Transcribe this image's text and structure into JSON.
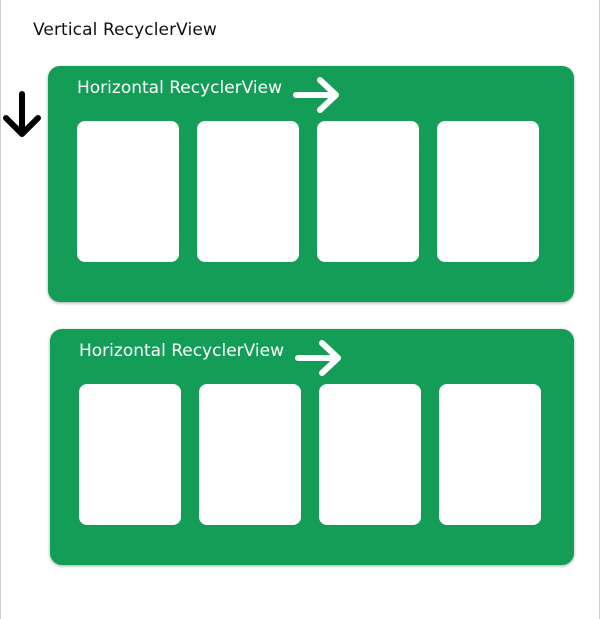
{
  "diagram": {
    "vertical_label": "Vertical RecyclerView",
    "accent_color": "#139d57",
    "horizontal_lists": [
      {
        "label": "Horizontal RecyclerView",
        "card_count": 4
      },
      {
        "label": "Horizontal RecyclerView",
        "card_count": 4
      }
    ],
    "icons": {
      "vertical_scroll": "arrow-down-icon",
      "horizontal_scroll": "arrow-right-icon"
    }
  }
}
